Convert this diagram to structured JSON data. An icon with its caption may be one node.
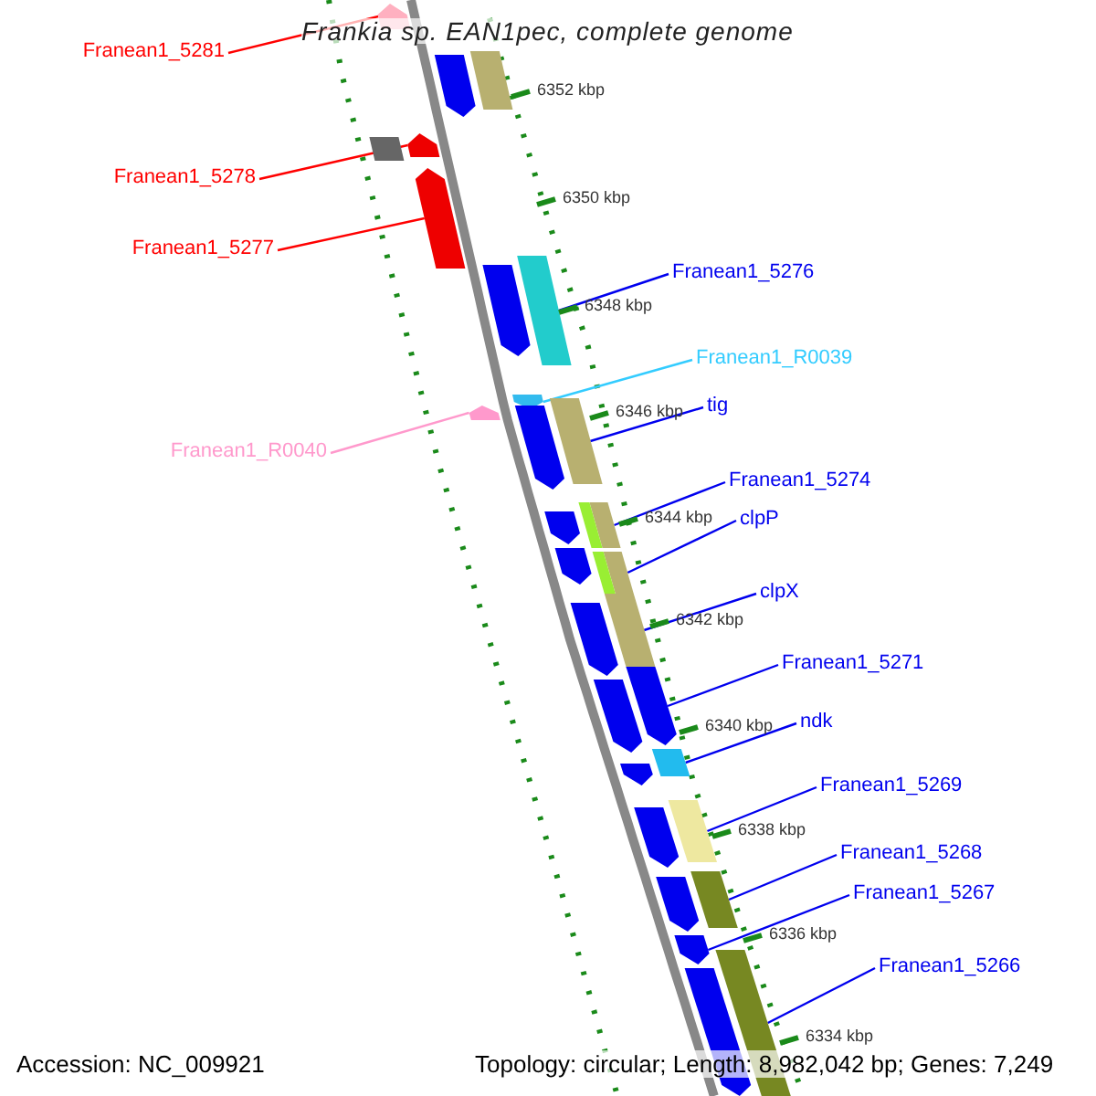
{
  "diagram": {
    "title": "Frankia sp. EAN1pec, complete genome",
    "nodes": [
      {
        "text": [
          "Franean1_5281"
        ]
      },
      {
        "text": [
          "Franean1_5278"
        ]
      },
      {
        "text": [
          "Franean1_5277"
        ]
      },
      {
        "text": [
          "Franean1_5276"
        ]
      },
      {
        "text": [
          "Franean1_R0039"
        ]
      },
      {
        "text": [
          "tig"
        ]
      },
      {
        "text": [
          "Franean1_R0040"
        ]
      },
      {
        "text": [
          "Franean1_5274"
        ]
      },
      {
        "text": [
          "clpP"
        ]
      },
      {
        "text": [
          "clpX"
        ]
      },
      {
        "text": [
          "Franean1_5271"
        ]
      },
      {
        "text": [
          "ndk"
        ]
      },
      {
        "text": [
          "Franean1_5269"
        ]
      },
      {
        "text": [
          "Franean1_5268"
        ]
      },
      {
        "text": [
          "Franean1_5267"
        ]
      },
      {
        "text": [
          "Franean1_5266"
        ]
      },
      {
        "text": [],
        "shape": "bar"
      },
      {
        "text": [],
        "shape": "bar"
      },
      {
        "text": [],
        "shape": "bar"
      },
      {
        "text": [],
        "shape": "bar"
      },
      {
        "text": [],
        "shape": "bar"
      },
      {
        "text": [],
        "shape": "bar"
      },
      {
        "text": [],
        "shape": "bar"
      },
      {
        "text": [],
        "shape": "bar"
      },
      {
        "text": [],
        "shape": "bar"
      },
      {
        "text": [],
        "shape": "bar"
      },
      {
        "text": [],
        "shape": "bar"
      },
      {
        "text": [],
        "shape": "bar"
      },
      {
        "text": [],
        "shape": "bar"
      },
      {
        "text": [],
        "shape": "bar"
      },
      {
        "text": [],
        "shape": "bar"
      },
      {
        "text": [],
        "shape": "bar"
      },
      {
        "text": [],
        "shape": "bar"
      },
      {
        "text": [],
        "shape": "bar"
      },
      {
        "text": [],
        "shape": "bar"
      },
      {
        "text": [],
        "shape": "bar"
      },
      {
        "text": [],
        "shape": "bar"
      },
      {
        "text": [],
        "shape": "bar"
      },
      {
        "text": [],
        "shape": "bar"
      },
      {
        "text": [],
        "shape": "bar"
      },
      {
        "text": [],
        "shape": "bar"
      },
      {
        "text": [],
        "shape": "bar"
      },
      {
        "text": [],
        "shape": "bar"
      },
      {
        "text": [],
        "shape": "bar"
      },
      {
        "text": [],
        "shape": "bar"
      },
      {
        "text": [],
        "shape": "bar"
      },
      {
        "text": [],
        "shape": "bar"
      }
    ],
    "edges": [
      {
        "from": 0,
        "to": 16,
        "arrow": "none",
        "color": "#ff0000"
      },
      {
        "from": 1,
        "to": 17,
        "arrow": "none",
        "color": "#ff0000"
      },
      {
        "from": 2,
        "to": 18,
        "arrow": "none",
        "color": "#ff0000"
      },
      {
        "from": 3,
        "to": 19,
        "arrow": "none"
      },
      {
        "from": 4,
        "to": 20,
        "arrow": "none",
        "color": "#33ccff"
      },
      {
        "from": 5,
        "to": 21,
        "arrow": "none"
      },
      {
        "from": 6,
        "to": 22,
        "arrow": "none",
        "color": "#ff99cc"
      },
      {
        "from": 7,
        "to": 23,
        "arrow": "none"
      },
      {
        "from": 8,
        "to": 24,
        "arrow": "none"
      },
      {
        "from": 9,
        "to": 25,
        "arrow": "none"
      },
      {
        "from": 10,
        "to": 26,
        "arrow": "none"
      },
      {
        "from": 11,
        "to": 27,
        "arrow": "none"
      },
      {
        "from": 12,
        "to": 28,
        "arrow": "none"
      },
      {
        "from": 13,
        "to": 29,
        "arrow": "none"
      },
      {
        "from": 14,
        "to": 30,
        "arrow": "none"
      },
      {
        "from": 15,
        "to": 31,
        "arrow": "none"
      }
    ],
    "labels": [
      "6352 kbp",
      "6350 kbp",
      "6348 kbp",
      "6346 kbp",
      "6344 kbp",
      "6342 kbp",
      "6340 kbp",
      "6338 kbp",
      "6336 kbp",
      "6334 kbp",
      "Accession: NC_009921",
      "Topology: circular; Length: 8,982,042 bp; Genes: 7,249"
    ]
  }
}
